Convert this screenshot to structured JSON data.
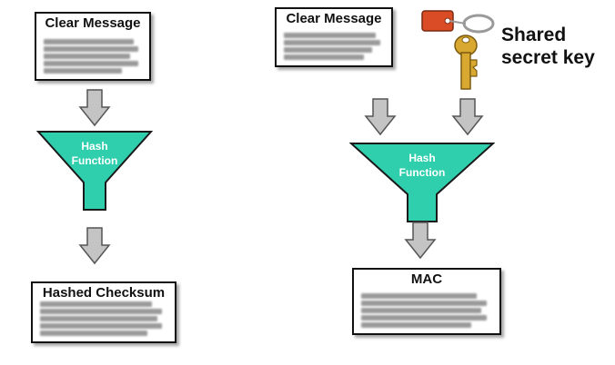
{
  "colors": {
    "funnel": "#2fcfae",
    "arrow": "#c4c4c4",
    "key_tag": "#d94c25",
    "key_metal": "#d8a830",
    "text": "#111111"
  },
  "left": {
    "input_title": "Clear Message",
    "function_line1": "Hash",
    "function_line2": "Function",
    "output_title": "Hashed Checksum"
  },
  "right": {
    "input_title": "Clear Message",
    "key_line1": "Shared",
    "key_line2": "secret key",
    "function_line1": "Hash",
    "function_line2": "Function",
    "output_title": "MAC"
  },
  "icons": {
    "key": "key-icon",
    "arrow": "down-arrow-icon"
  }
}
